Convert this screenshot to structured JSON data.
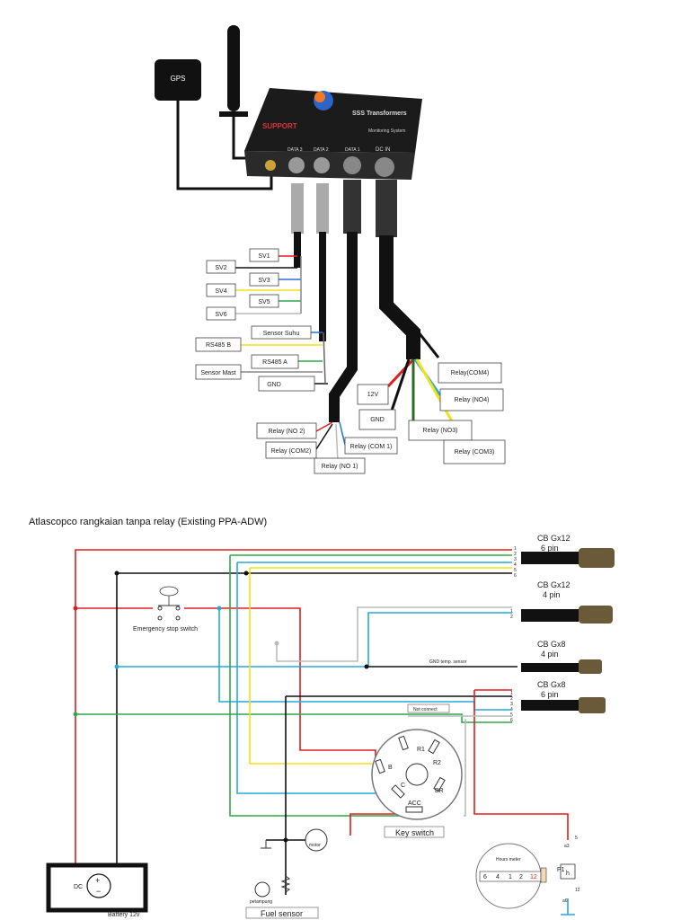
{
  "device": {
    "gps_label": "GPS",
    "brand": "SSS Transformers",
    "support": "SUPPORT",
    "subtitle": "Monitoring System",
    "ports": [
      "DATA 3",
      "DATA 2",
      "DATA 1",
      "DC IN"
    ]
  },
  "labels_left": {
    "sv1": "SV1",
    "sv2": "SV2",
    "sv3": "SV3",
    "sv4": "SV4",
    "sv5": "SV5",
    "sv6": "SV6",
    "sensor_suhu": "Sensor Suhu",
    "rs485b": "RS485 B",
    "rs485a": "RS485 A",
    "sensor_mast": "Sensor Mast",
    "gnd": "GND",
    "relay_no2": "Relay (NO 2)",
    "relay_com2": "Relay (COM2)",
    "relay_com1": "Relay (COM 1)",
    "relay_no1": "Relay (NO 1)"
  },
  "labels_right": {
    "relay_com4": "Relay(COM4)",
    "v12": "12V",
    "relay_no4": "Relay (NO4)",
    "gnd": "GND",
    "relay_no3": "Relay (NO3)",
    "relay_com3": "Relay (COM3)"
  },
  "schematic": {
    "title": "Atlascopco rangkaian tanpa relay (Existing PPA-ADW)",
    "cb1_name": "CB Gx12",
    "cb1_pins": "6 pin",
    "cb2_name": "CB Gx12",
    "cb2_pins": "4 pin",
    "cb3_name": "CB Gx8",
    "cb3_pins": "4 pin",
    "cb4_name": "CB Gx8",
    "cb4_pins": "6 pin",
    "emergency": "Emergency stop switch",
    "gnd_temp": "GND temp. sensor",
    "not_connect": "Not connect",
    "key_switch": "Key switch",
    "key_r1": "R1",
    "key_r2": "R2",
    "key_b": "B",
    "key_c": "C",
    "key_br": "BR",
    "key_acc": "ACC",
    "motor": "motor",
    "petampung": "petampung",
    "fuel_sensor": "Fuel sensor",
    "battery": "Battery 12v",
    "dc": "DC",
    "hours_meter": "Hours meter",
    "hm_digits": [
      "6",
      "4",
      "1",
      "2",
      "12"
    ],
    "p1": "P1",
    "h": "h",
    "a3": "a3",
    "a6": "a6",
    "pin5": "5",
    "pin12": "12",
    "pin_nums_cb1": [
      "1",
      "2",
      "3",
      "4",
      "5",
      "6"
    ],
    "pin_nums_cb2": [
      "1",
      "2"
    ],
    "pin_nums_cb4": [
      "1",
      "2",
      "3",
      "4",
      "5",
      "6"
    ]
  },
  "colors": {
    "red": "#e01e1e",
    "blue": "#2aa7d8",
    "green": "#2fa84a",
    "yellow": "#f2e21a",
    "black": "#111111",
    "gray": "#bdbdbd",
    "orange": "#e8732a"
  }
}
